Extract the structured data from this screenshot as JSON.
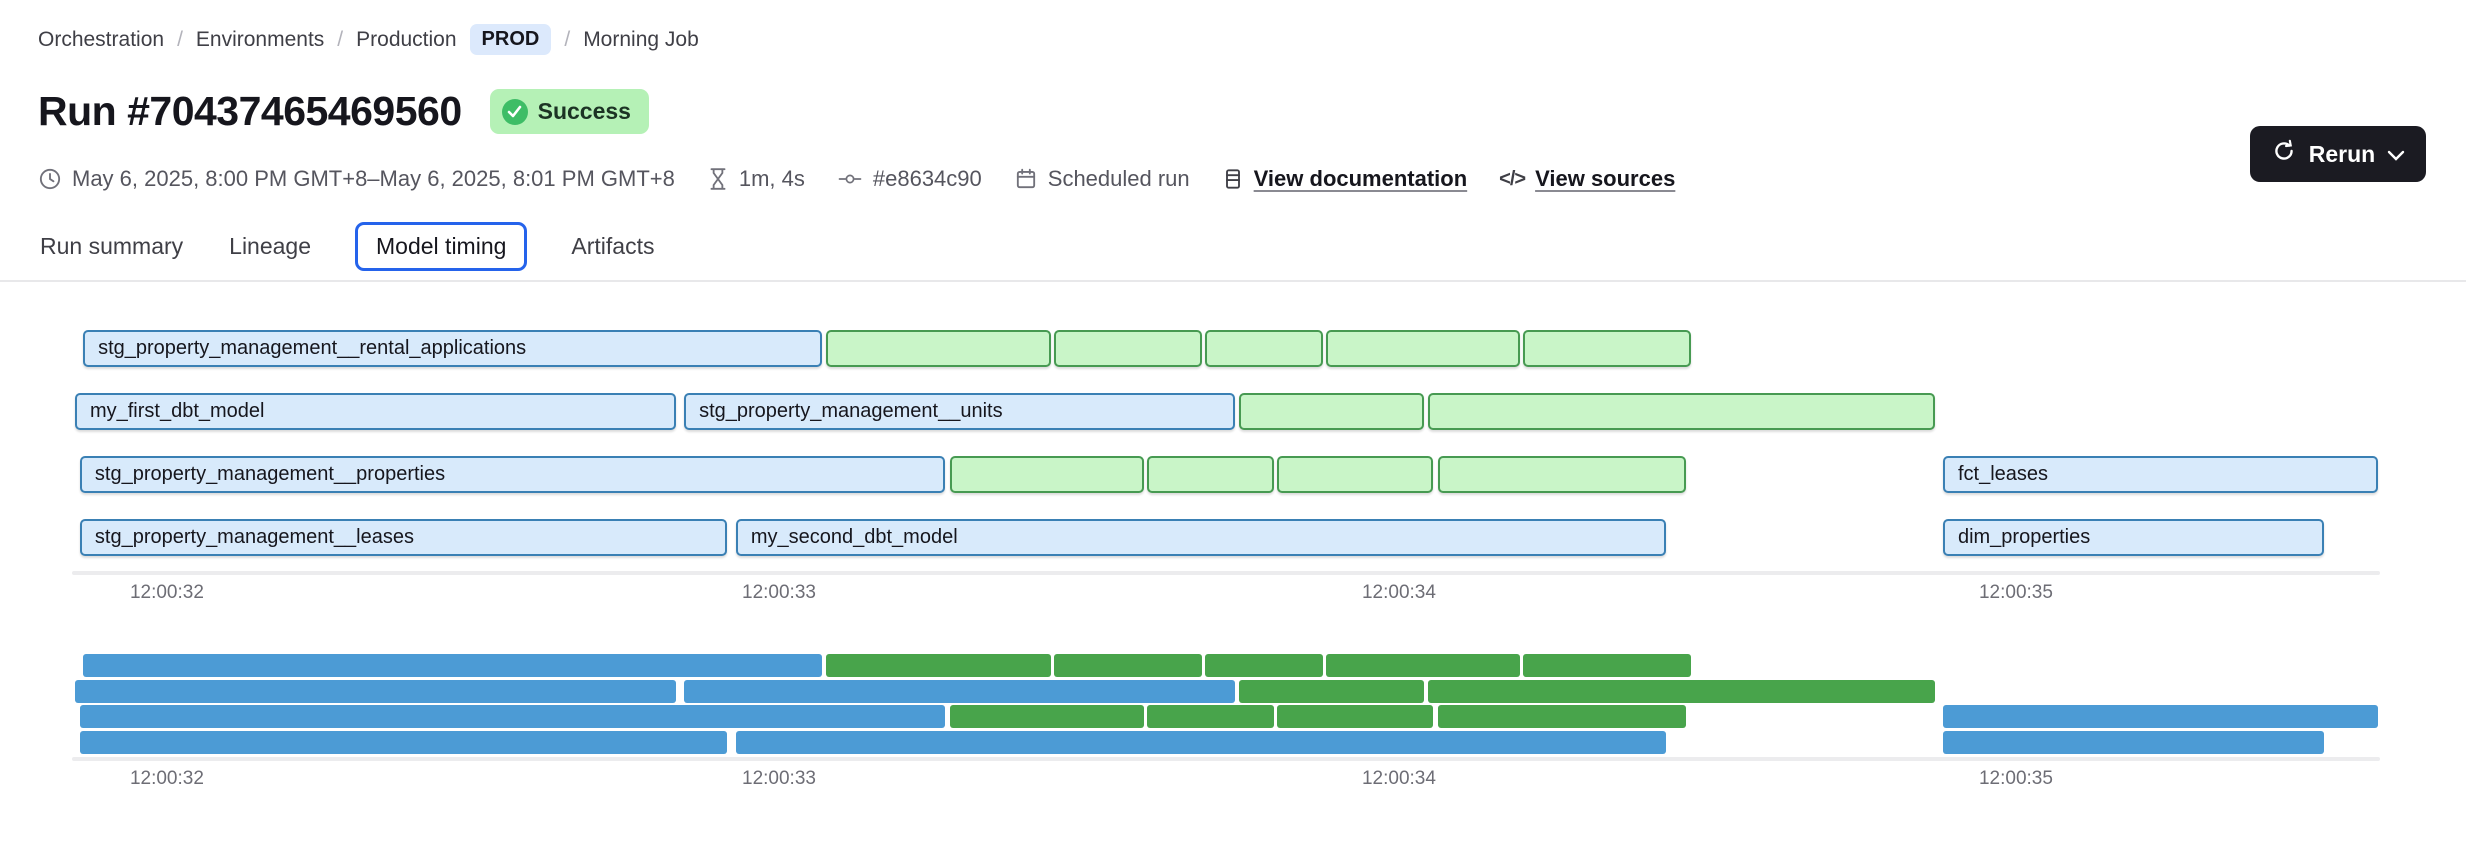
{
  "breadcrumb": {
    "separator": "/",
    "items": [
      "Orchestration",
      "Environments",
      "Production"
    ],
    "env_badge": "PROD",
    "current": "Morning Job"
  },
  "header": {
    "title": "Run #70437465469560",
    "status_label": "Success",
    "rerun_label": "Rerun"
  },
  "meta": {
    "date_range": "May 6, 2025, 8:00 PM GMT+8–May 6, 2025, 8:01 PM GMT+8",
    "duration": "1m, 4s",
    "commit": "#e8634c90",
    "trigger": "Scheduled run",
    "docs_link": "View documentation",
    "sources_link": "View sources",
    "code_glyph": "</>"
  },
  "tabs": [
    {
      "label": "Run summary",
      "selected": false
    },
    {
      "label": "Lineage",
      "selected": false
    },
    {
      "label": "Model timing",
      "selected": true
    },
    {
      "label": "Artifacts",
      "selected": false
    }
  ],
  "chart_data": {
    "type": "gantt",
    "title": "Model timing",
    "description": "Model run timeline; labeled blue bars are named models, green bars are unlabeled model runs. A mini-map below repeats the same bars in solid colors.",
    "x_ticks": {
      "labels": [
        "12:00:32",
        "12:00:33",
        "12:00:34",
        "12:00:35"
      ],
      "positions_pct": [
        6.77,
        31.59,
        56.73,
        81.75
      ]
    },
    "rows": [
      [
        {
          "label": "stg_property_management__rental_applications",
          "color": "blue",
          "left": 3.37,
          "width": 29.96
        },
        {
          "color": "green",
          "left": 33.5,
          "width": 9.12
        },
        {
          "color": "green",
          "left": 42.74,
          "width": 6.0
        },
        {
          "color": "green",
          "left": 48.86,
          "width": 4.79
        },
        {
          "color": "green",
          "left": 53.77,
          "width": 7.87
        },
        {
          "color": "green",
          "left": 61.76,
          "width": 6.81
        }
      ],
      [
        {
          "label": "my_first_dbt_model",
          "color": "blue",
          "left": 3.04,
          "width": 24.37
        },
        {
          "label": "stg_property_management__units",
          "color": "blue",
          "left": 27.74,
          "width": 22.35
        },
        {
          "color": "green",
          "left": 50.24,
          "width": 7.5
        },
        {
          "color": "green",
          "left": 57.91,
          "width": 20.56
        }
      ],
      [
        {
          "label": "stg_property_management__properties",
          "color": "blue",
          "left": 3.24,
          "width": 35.08
        },
        {
          "color": "green",
          "left": 38.52,
          "width": 7.87
        },
        {
          "color": "green",
          "left": 46.51,
          "width": 5.15
        },
        {
          "color": "green",
          "left": 51.78,
          "width": 6.32
        },
        {
          "color": "green",
          "left": 58.31,
          "width": 10.06
        },
        {
          "label": "fct_leases",
          "color": "blue",
          "left": 78.79,
          "width": 17.64
        }
      ],
      [
        {
          "label": "stg_property_management__leases",
          "color": "blue",
          "left": 3.24,
          "width": 26.24
        },
        {
          "label": "my_second_dbt_model",
          "color": "blue",
          "left": 29.84,
          "width": 37.72
        },
        {
          "label": "dim_properties",
          "color": "blue",
          "left": 78.79,
          "width": 15.45
        }
      ]
    ]
  },
  "colors": {
    "bar_blue_fill": "#d8eafb",
    "bar_blue_border": "#3a80b4",
    "bar_green_fill": "#c9f5c8",
    "bar_green_border": "#479a52",
    "mini_blue": "#4c9bd5",
    "mini_green": "#48a44b",
    "accent_tab": "#2563eb",
    "badge_prod_bg": "#dce9fc",
    "badge_success_bg": "#b5f1b6",
    "success_icon": "#3ebd66",
    "button_dark": "#1b1b22"
  }
}
